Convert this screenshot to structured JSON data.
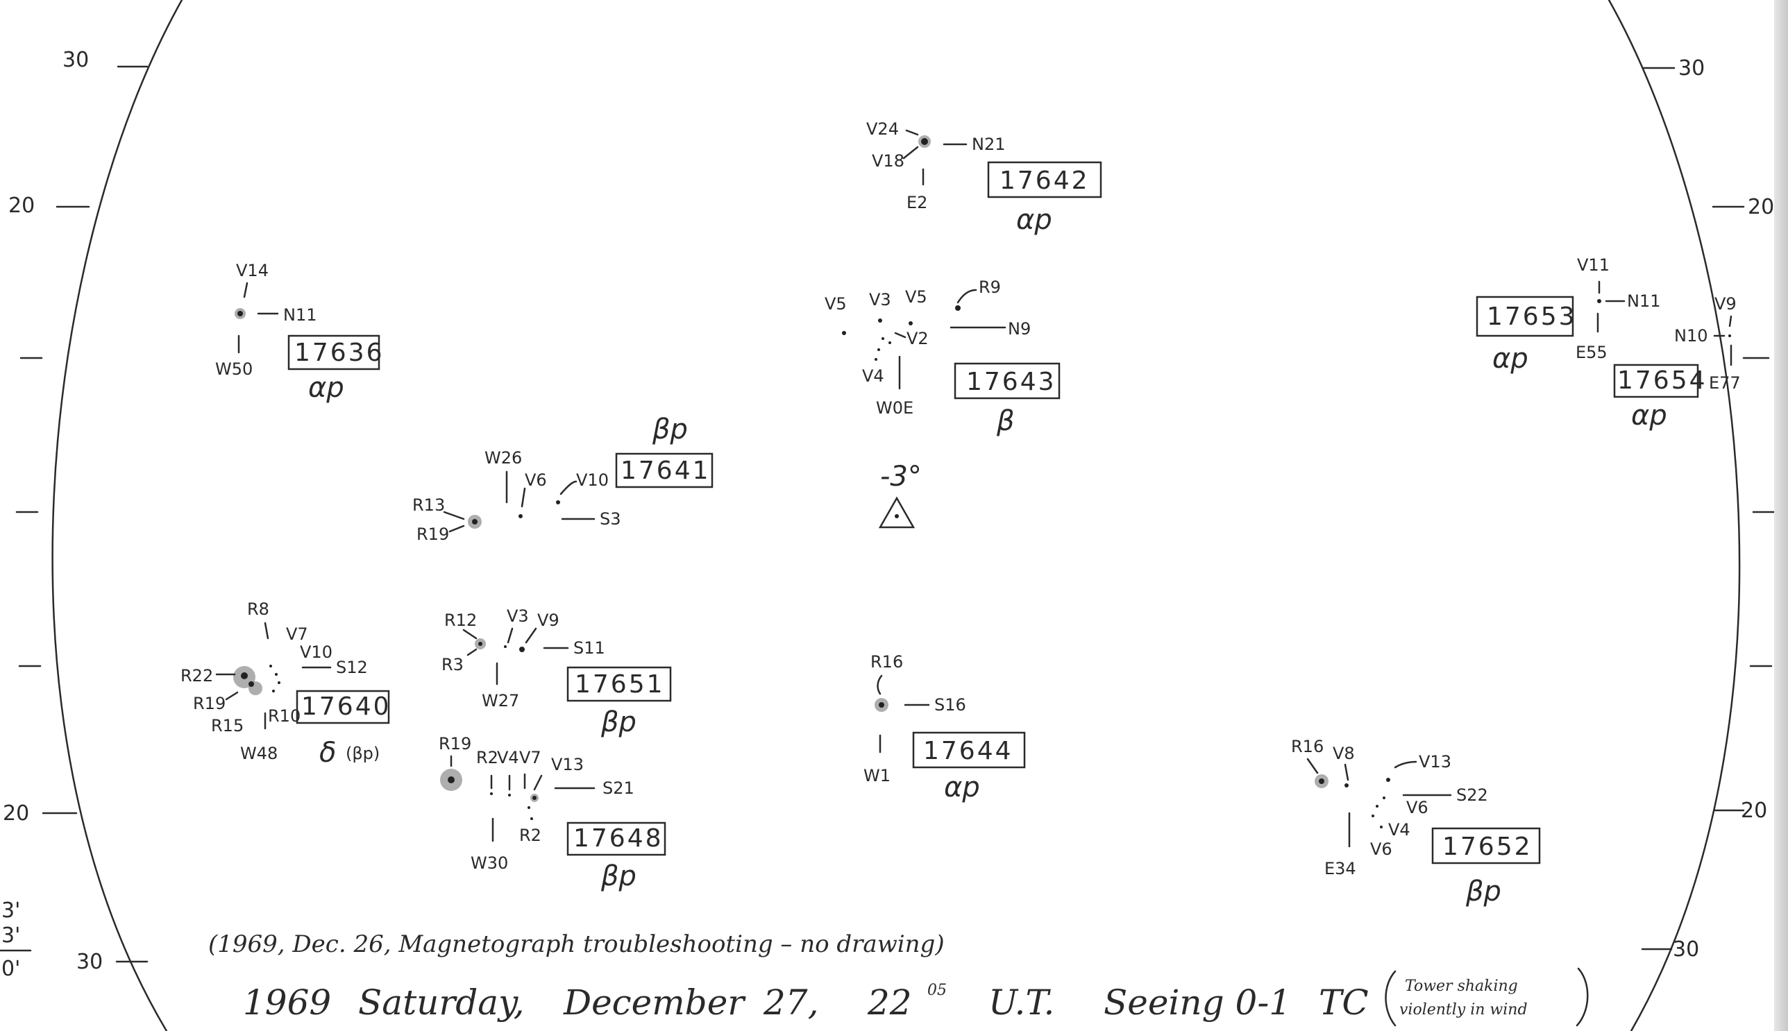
{
  "latitude_ticks": {
    "left": [
      "30",
      "20",
      "20",
      "30"
    ],
    "right": [
      "30",
      "20",
      "20",
      "30"
    ]
  },
  "margin_scale": [
    "3'",
    "3'",
    "0'"
  ],
  "center_marker": {
    "label": "-3°"
  },
  "regions": [
    {
      "id": "17642",
      "number": "17642",
      "class": "αp",
      "labels": [
        "V24",
        "V18",
        "N21",
        "E2"
      ]
    },
    {
      "id": "17636",
      "number": "17636",
      "class": "αp",
      "labels": [
        "V14",
        "N11",
        "W50"
      ]
    },
    {
      "id": "17643",
      "number": "17643",
      "class": "β",
      "labels": [
        "V5",
        "V3",
        "V5",
        "R9",
        "V2",
        "N9",
        "V4",
        "W0E"
      ]
    },
    {
      "id": "17641",
      "number": "17641",
      "class": "βp",
      "labels": [
        "W26",
        "V6",
        "V10",
        "R13",
        "R19",
        "S3"
      ]
    },
    {
      "id": "17653",
      "number": "17653",
      "class": "αp",
      "labels": [
        "V11",
        "N11",
        "E55"
      ]
    },
    {
      "id": "17654",
      "number": "17654",
      "class": "αp",
      "labels": [
        "V9",
        "N10",
        "E77"
      ]
    },
    {
      "id": "17640",
      "number": "17640",
      "class": "δ",
      "class_paren": "(βp)",
      "labels": [
        "R8",
        "V7",
        "V10",
        "R22",
        "S12",
        "R19",
        "R15",
        "R10",
        "W48"
      ]
    },
    {
      "id": "17651",
      "number": "17651",
      "class": "βp",
      "labels": [
        "R12",
        "V3",
        "V9",
        "S11",
        "R3",
        "W27"
      ]
    },
    {
      "id": "17648",
      "number": "17648",
      "class": "βp",
      "labels": [
        "R19",
        "R2",
        "V4",
        "V7",
        "V13",
        "S21",
        "R2",
        "W30"
      ]
    },
    {
      "id": "17644",
      "number": "17644",
      "class": "αp",
      "labels": [
        "R16",
        "S16",
        "W1"
      ]
    },
    {
      "id": "17652",
      "number": "17652",
      "class": "βp",
      "labels": [
        "R16",
        "V8",
        "V13",
        "S22",
        "V6",
        "V4",
        "V6",
        "E34"
      ]
    }
  ],
  "notes": {
    "previous_day": "(1969, Dec. 26, Magnetograph troubleshooting – no drawing)",
    "date": "1969",
    "day": "Saturday,",
    "month": "December",
    "dom": "27,",
    "time_hour": "22",
    "time_min": "05",
    "time_unit": "U.T.",
    "seeing": "Seeing 0-1",
    "observer": "TC",
    "remark_line1": "Tower shaking",
    "remark_line2": "violently in wind"
  }
}
